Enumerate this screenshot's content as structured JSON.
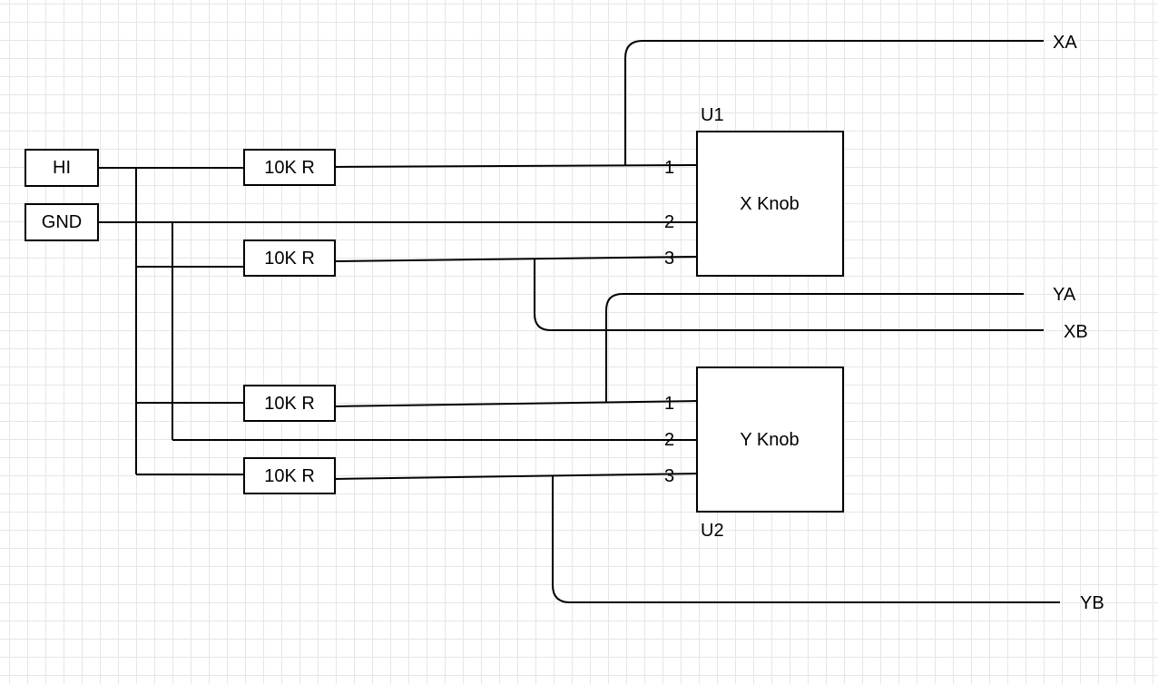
{
  "nodes": {
    "hi": "HI",
    "gnd": "GND",
    "resistor": "10K R",
    "u1": {
      "ref": "U1",
      "name": "X Knob",
      "pins": [
        "1",
        "2",
        "3"
      ]
    },
    "u2": {
      "ref": "U2",
      "name": "Y Knob",
      "pins": [
        "1",
        "2",
        "3"
      ]
    }
  },
  "outputs": {
    "xa": "XA",
    "ya": "YA",
    "xb": "XB",
    "yb": "YB"
  },
  "colors": {
    "grid": "#e6e6e6",
    "line": "#000000",
    "background": "#ffffff"
  }
}
